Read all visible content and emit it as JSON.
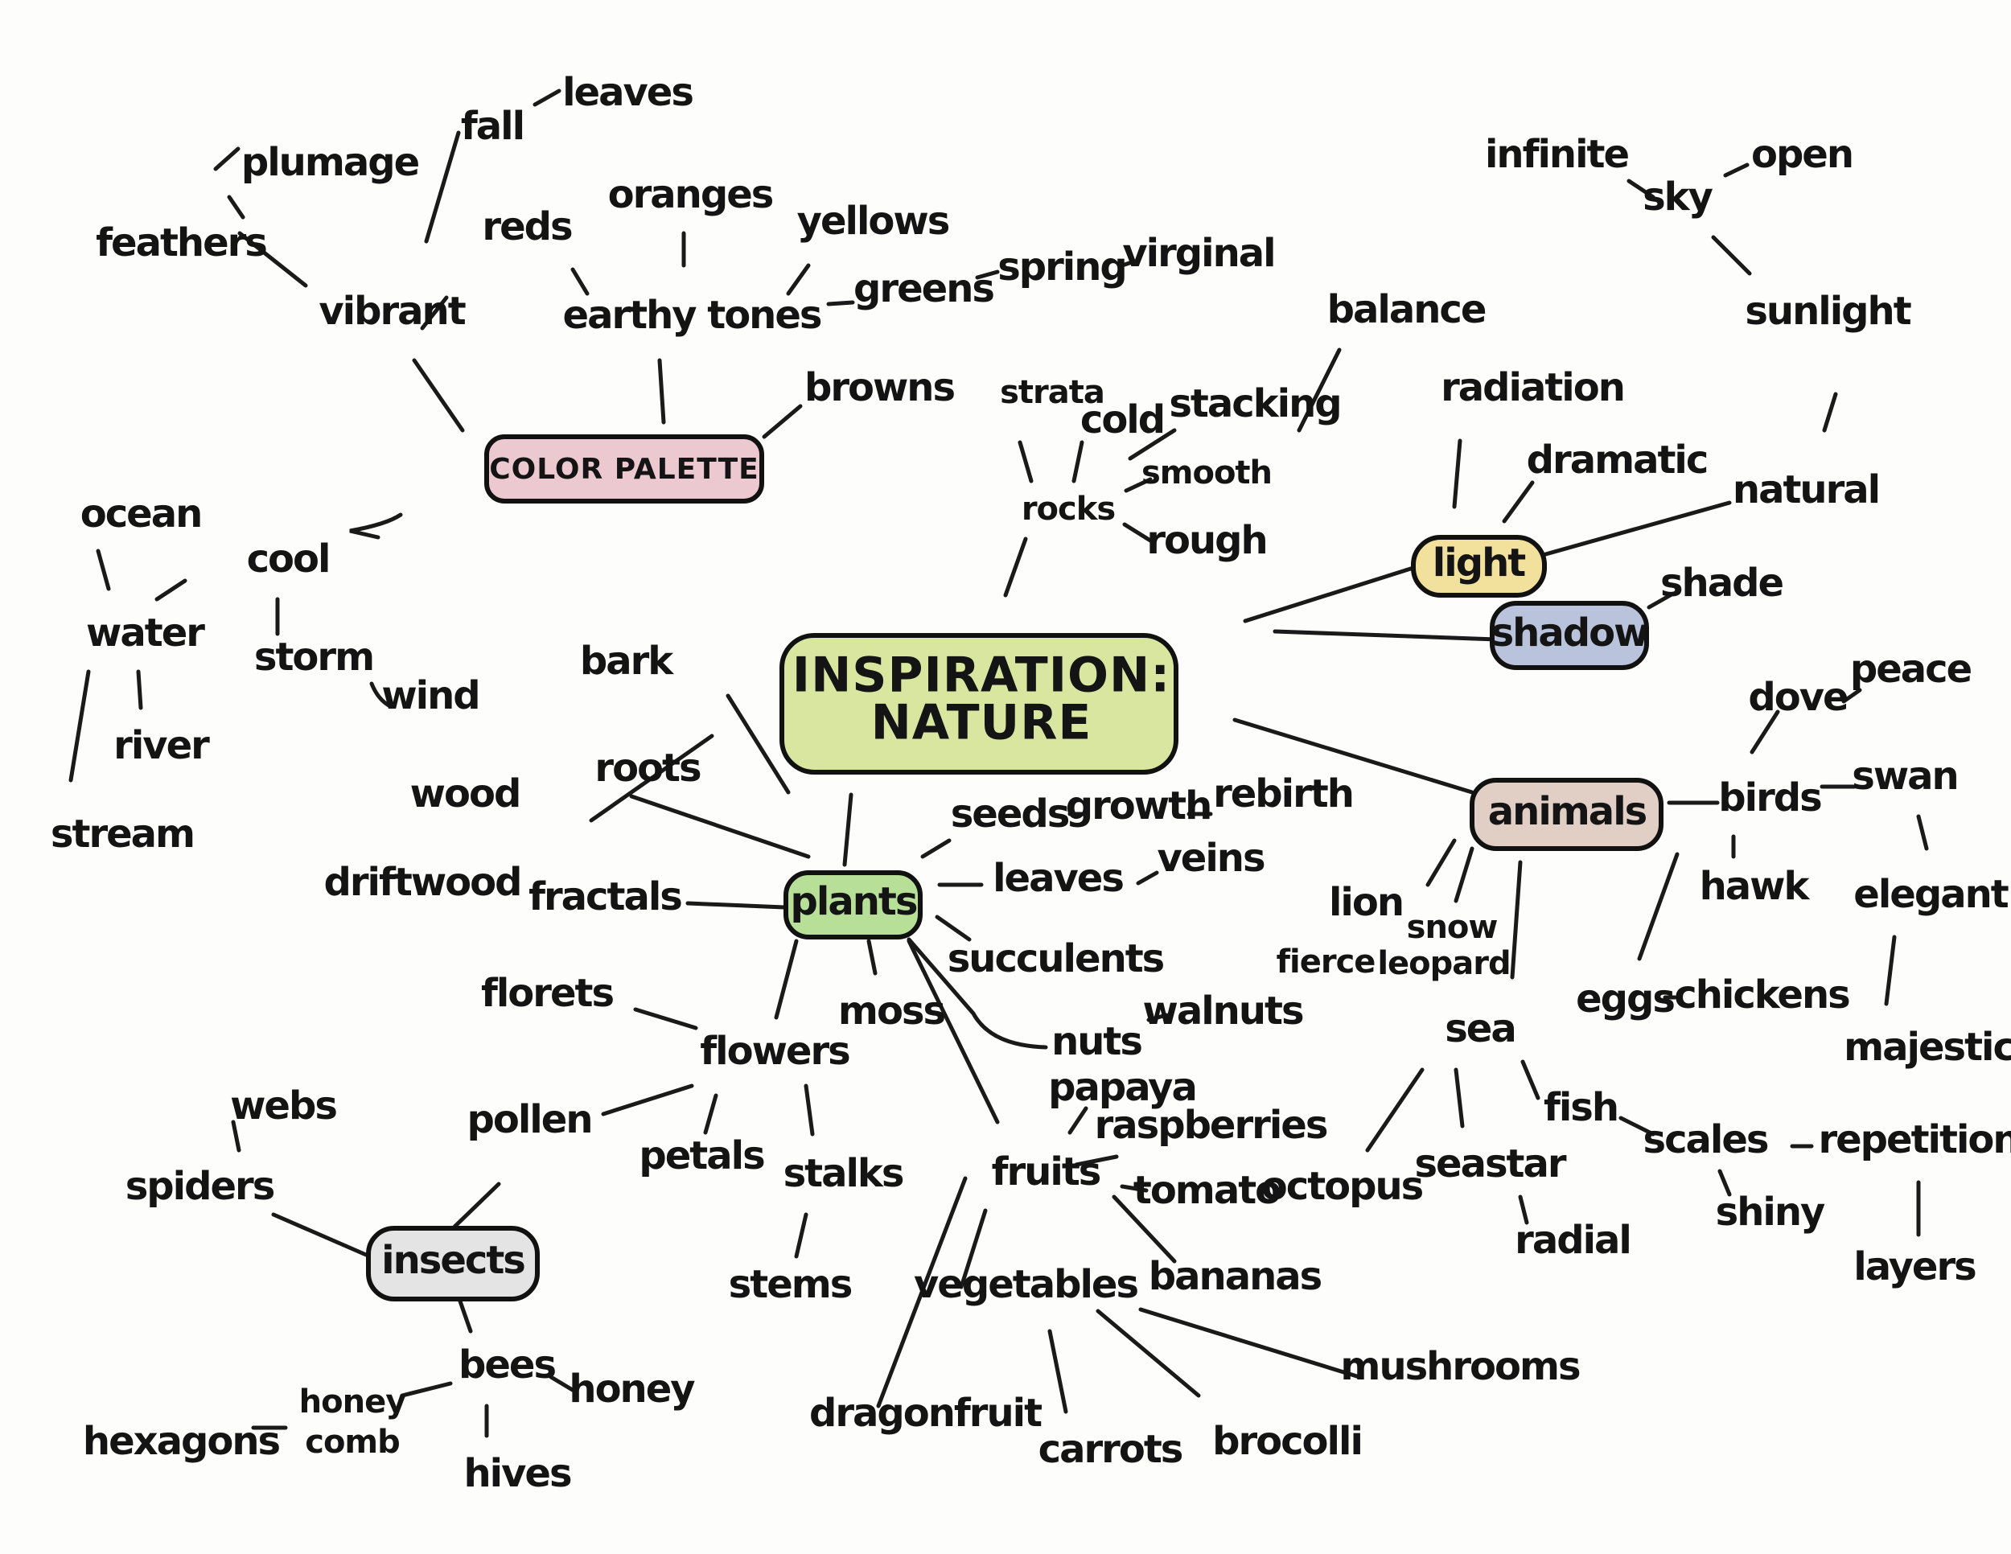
{
  "center": {
    "line1": "INSPIRATION:",
    "line2": "NATURE",
    "color": "#d9e6a0"
  },
  "hubs": {
    "color_palette": {
      "label": "COLOR PALETTE",
      "color": "#ecc9d0"
    },
    "light": {
      "label": "light",
      "color": "#f2e19c"
    },
    "shadow": {
      "label": "shadow",
      "color": "#b9c4dc"
    },
    "animals": {
      "label": "animals",
      "color": "#e1cfc6"
    },
    "plants": {
      "label": "plants",
      "color": "#b7df98"
    },
    "insects": {
      "label": "insects",
      "color": "#e4e4e4"
    }
  },
  "words": {
    "vibrant": "vibrant",
    "feathers": "feathers",
    "plumage": "plumage",
    "fall": "fall",
    "leaves_top": "leaves",
    "earthy_tones": "earthy tones",
    "reds": "reds",
    "oranges": "oranges",
    "yellows": "yellows",
    "greens": "greens",
    "spring": "spring",
    "virginal": "virginal",
    "browns": "browns",
    "cool": "cool",
    "ocean": "ocean",
    "water": "water",
    "river": "river",
    "stream": "stream",
    "storm": "storm",
    "wind": "wind",
    "strata": "strata",
    "cold": "cold",
    "stacking": "stacking",
    "balance": "balance",
    "rocks": "rocks",
    "smooth": "smooth",
    "rough": "rough",
    "infinite": "infinite",
    "sky": "sky",
    "open": "open",
    "sunlight": "sunlight",
    "natural": "natural",
    "radiation": "radiation",
    "dramatic": "dramatic",
    "shade": "shade",
    "dove": "dove",
    "peace": "peace",
    "birds": "birds",
    "swan": "swan",
    "hawk": "hawk",
    "elegant": "elegant",
    "majestic": "majestic",
    "eggs": "eggs",
    "chickens": "chickens",
    "lion": "lion",
    "fierce": "fierce",
    "snow": "snow",
    "leopard": "leopard",
    "sea": "sea",
    "fish": "fish",
    "scales": "scales",
    "repetition": "repetition",
    "shiny": "shiny",
    "layers": "layers",
    "octopus": "octopus",
    "seastar": "seastar",
    "radial": "radial",
    "bark": "bark",
    "wood": "wood",
    "driftwood": "driftwood",
    "roots": "roots",
    "fractals": "fractals",
    "seeds": "seeds",
    "growth": "growth",
    "rebirth": "rebirth",
    "leaves_mid": "leaves",
    "veins": "veins",
    "succulents": "succulents",
    "moss": "moss",
    "nuts": "nuts",
    "walnuts": "walnuts",
    "florets": "florets",
    "flowers": "flowers",
    "pollen": "pollen",
    "petals": "petals",
    "stalks": "stalks",
    "stems": "stems",
    "fruits": "fruits",
    "papaya": "papaya",
    "raspberries": "raspberries",
    "tomato": "tomato",
    "bananas": "bananas",
    "vegetables": "vegetables",
    "dragonfruit": "dragonfruit",
    "carrots": "carrots",
    "brocolli": "brocolli",
    "mushrooms": "mushrooms",
    "webs": "webs",
    "spiders": "spiders",
    "bees": "bees",
    "honey": "honey",
    "honey_comb_1": "honey",
    "honey_comb_2": "comb",
    "hexagons": "hexagons",
    "hives": "hives"
  }
}
